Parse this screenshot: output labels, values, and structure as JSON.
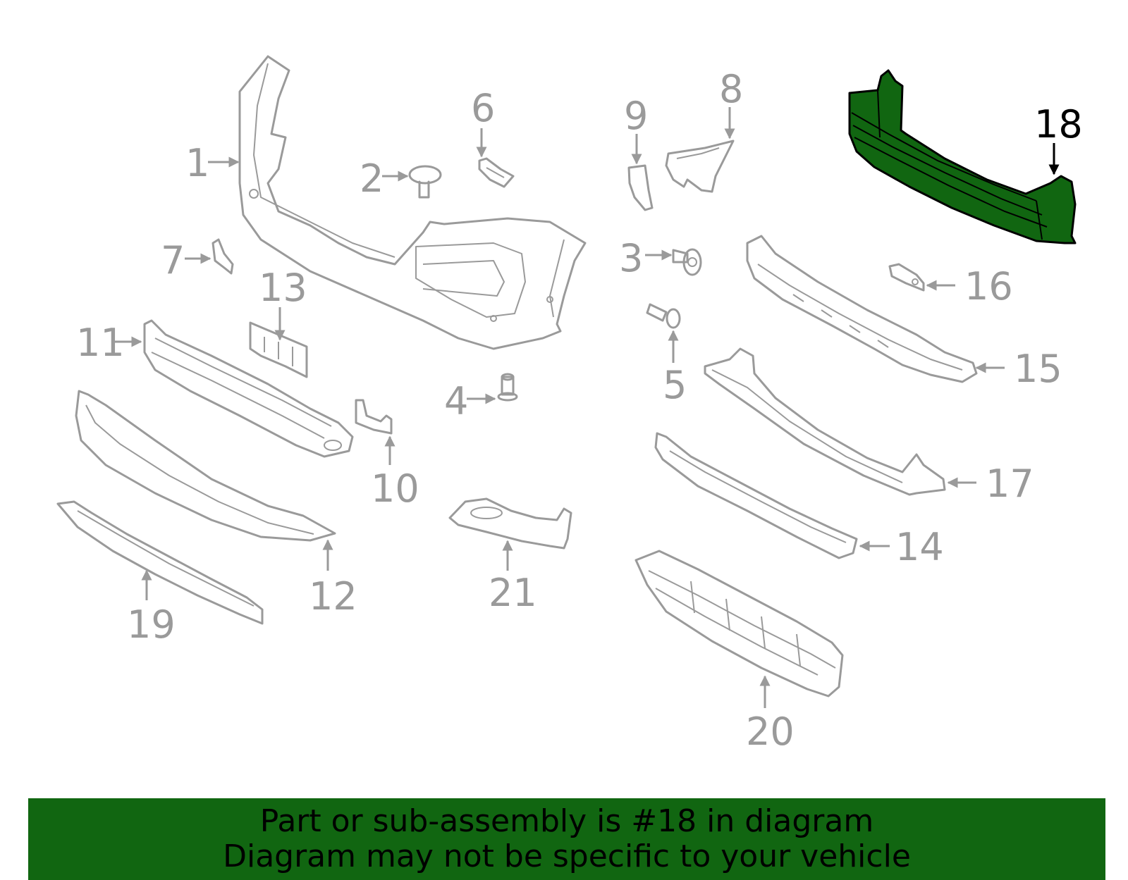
{
  "banner": {
    "line1": "Part or sub-assembly is #18 in diagram",
    "line2": "Diagram may not be specific to your vehicle",
    "color": "#116611"
  },
  "highlight_color": "#116611",
  "highlighted_part": "18",
  "callouts": {
    "c1": "1",
    "c2": "2",
    "c3": "3",
    "c4": "4",
    "c5": "5",
    "c6": "6",
    "c7": "7",
    "c8": "8",
    "c9": "9",
    "c10": "10",
    "c11": "11",
    "c12": "12",
    "c13": "13",
    "c14": "14",
    "c15": "15",
    "c16": "16",
    "c17": "17",
    "c18": "18",
    "c19": "19",
    "c20": "20",
    "c21": "21"
  }
}
